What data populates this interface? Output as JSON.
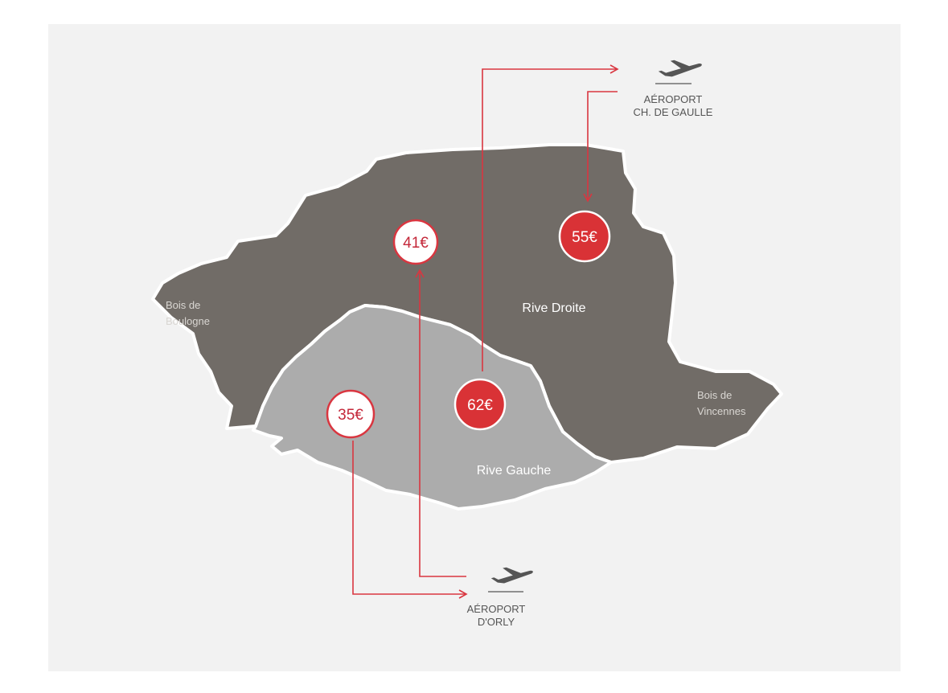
{
  "colors": {
    "background": "#f2f2f2",
    "rive_droite": "#716c67",
    "rive_gauche": "#acacac",
    "route": "#d93640",
    "badge_fill_red": "#d93236",
    "badge_fill_white": "#ffffff",
    "plane": "#555555"
  },
  "areas": {
    "rive_droite": "Rive Droite",
    "rive_gauche": "Rive Gauche",
    "bois_boulogne": [
      "Bois de",
      "Boulogne"
    ],
    "bois_vincennes": [
      "Bois de",
      "Vincennes"
    ]
  },
  "airports": {
    "cdg": [
      "AÉROPORT",
      "CH. DE GAULLE"
    ],
    "orly": [
      "AÉROPORT",
      "D'ORLY"
    ]
  },
  "fares": [
    {
      "id": "rive-droite-orly",
      "price": "41€",
      "style": "outline",
      "airport": "orly"
    },
    {
      "id": "rive-droite-cdg",
      "price": "55€",
      "style": "filled",
      "airport": "cdg"
    },
    {
      "id": "rive-gauche-orly",
      "price": "35€",
      "style": "outline",
      "airport": "orly"
    },
    {
      "id": "rive-gauche-cdg",
      "price": "62€",
      "style": "filled",
      "airport": "cdg"
    }
  ],
  "icons": {
    "airport": "airplane-departure-icon"
  }
}
